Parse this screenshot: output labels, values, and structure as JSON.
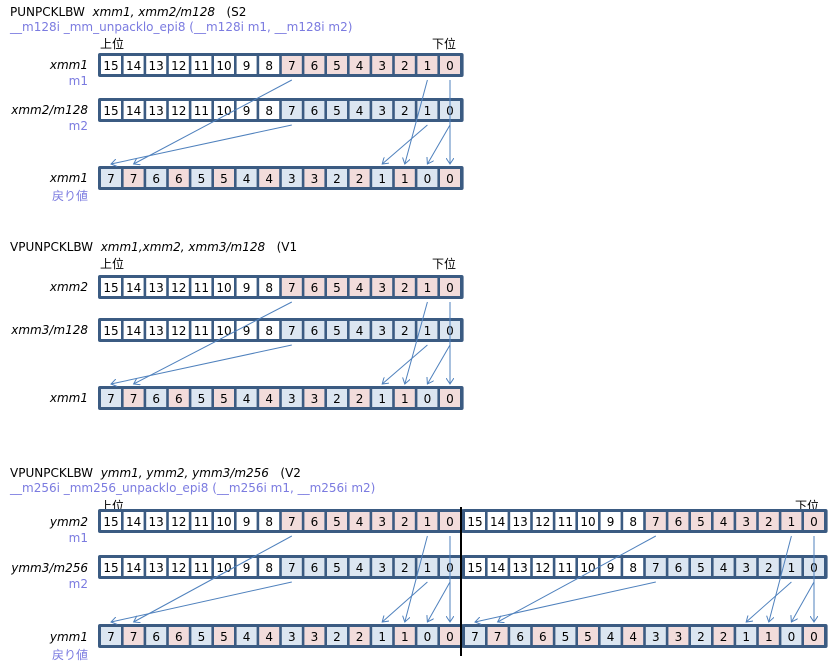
{
  "colors": {
    "border": "#3b5b82",
    "m1_fill": "#f2dcdb",
    "m2_fill": "#dce6f1",
    "arrow": "#4f81bd",
    "sub_text": "#7b7be0"
  },
  "labels": {
    "high": "上位",
    "low": "下位",
    "ret": "戻り値",
    "m1": "m1",
    "m2": "m2"
  },
  "sections": [
    {
      "mnemonic": "PUNPCKLBW",
      "operands": "xmm1, xmm2/m128",
      "ext": "(S2",
      "intrinsic": "__m128i _mm_unpacklo_epi8 (__m128i m1, __m128i m2)",
      "src1": "xmm1",
      "src2": "xmm2/m128",
      "dst": "xmm1",
      "lanes": 1
    },
    {
      "mnemonic": "VPUNPCKLBW",
      "operands": "xmm1,xmm2, xmm3/m128",
      "ext": "(V1",
      "intrinsic": "",
      "src1": "xmm2",
      "src2": "xmm3/m128",
      "dst": "xmm1",
      "lanes": 1
    },
    {
      "mnemonic": "VPUNPCKLBW",
      "operands": "ymm1, ymm2, ymm3/m256",
      "ext": "(V2",
      "intrinsic": "__m256i _mm256_unpacklo_epi8 (__m256i m1, __m256i m2)",
      "src1": "ymm2",
      "src2": "ymm3/m256",
      "dst": "ymm1",
      "lanes": 2
    }
  ],
  "src_bytes": [
    "15",
    "14",
    "13",
    "12",
    "11",
    "10",
    "9",
    "8",
    "7",
    "6",
    "5",
    "4",
    "3",
    "2",
    "1",
    "0"
  ],
  "dst_bytes": [
    "7",
    "7",
    "6",
    "6",
    "5",
    "5",
    "4",
    "4",
    "3",
    "3",
    "2",
    "2",
    "1",
    "1",
    "0",
    "0"
  ]
}
